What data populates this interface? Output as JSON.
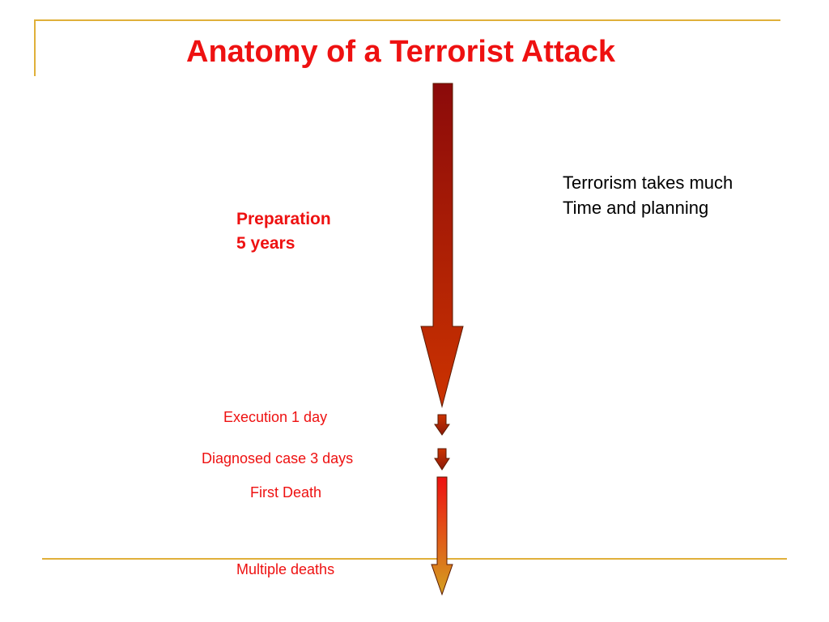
{
  "slide": {
    "title": "Anatomy of a Terrorist Attack",
    "note_lines": [
      "Terrorism takes much",
      "Time and planning"
    ],
    "main_phase": {
      "label": "Preparation",
      "duration": "5 years"
    },
    "stages": [
      {
        "label": "Execution 1 day"
      },
      {
        "label": "Diagnosed case 3 days"
      },
      {
        "label": "First Death"
      },
      {
        "label": "Multiple deaths"
      }
    ]
  },
  "colors": {
    "title": "#ee1111",
    "frame": "#e0b03a",
    "preparation_arrow_top": "#8b0a0a",
    "preparation_arrow_bottom": "#cc3300",
    "small_arrow_top": "#cc3300",
    "small_arrow_bottom": "#8b1a0a",
    "death_arrow_top": "#ee1111",
    "death_arrow_bottom": "#d4a020"
  }
}
